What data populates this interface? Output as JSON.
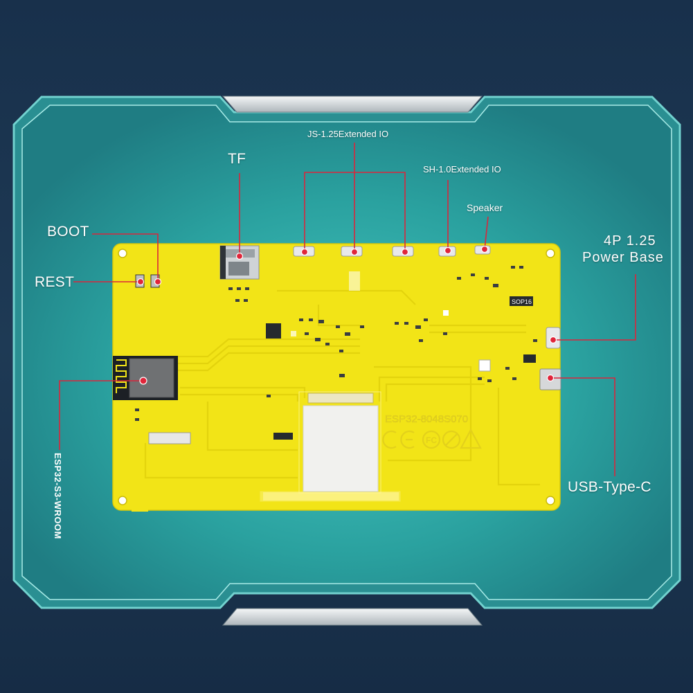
{
  "colors": {
    "background": "#1b3350",
    "frame_fill": "#2fa5a3",
    "frame_edge": "#9fe3df",
    "pcb": "#f2e417",
    "pcb_trace": "#e6d60f",
    "callout_line": "#d9263c",
    "callout_dot": "#e0253a",
    "label_text": "#ffffff"
  },
  "callouts": {
    "tf": {
      "label": "TF",
      "icon": "sd-card-slot-icon"
    },
    "boot": {
      "label": "BOOT",
      "icon": "button-icon"
    },
    "rest": {
      "label": "REST",
      "icon": "button-icon"
    },
    "js_io": {
      "label": "JS-1.25Extended IO",
      "icon": "connector-icon"
    },
    "sh_io": {
      "label": "SH-1.0Extended IO",
      "icon": "connector-icon"
    },
    "speaker": {
      "label": "Speaker",
      "icon": "speaker-connector-icon"
    },
    "power": {
      "label_line1": "4P 1.25",
      "label_line2": "Power Base",
      "icon": "power-connector-icon"
    },
    "usb": {
      "label": "USB-Type-C",
      "icon": "usb-c-port-icon"
    },
    "module": {
      "label": "ESP32-S3-WROOM",
      "icon": "wifi-module-icon"
    }
  },
  "board": {
    "silkscreen_model": "ESP32-8048S070",
    "chip_marking": "SOP16",
    "certifications": [
      "CE",
      "FC",
      "RoHS",
      "recycling"
    ]
  }
}
